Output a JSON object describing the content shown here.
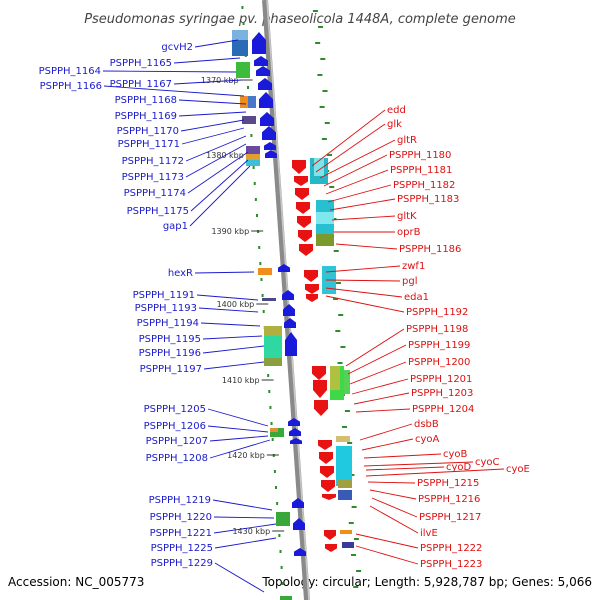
{
  "title": "Pseudomonas syringae pv. phaseolicola 1448A, complete genome",
  "footer": {
    "accession": "Accession: NC_005773",
    "topology": "Topology: circular; Length: 5,928,787 bp; Genes: 5,066"
  },
  "colors": {
    "left_strand": "#1a1adb",
    "right_strand": "#e81212",
    "backbone": "#8a8a8a",
    "tick": "#2e8b2e",
    "left_label": "#1a1acc",
    "right_label": "#dd1111"
  },
  "ruler": {
    "unit": "kbp",
    "ticks": [
      {
        "label": "1370 kbp"
      },
      {
        "label": "1380 kbp"
      },
      {
        "label": "1390 kbp"
      },
      {
        "label": "1400 kbp"
      },
      {
        "label": "1410 kbp"
      },
      {
        "label": "1420 kbp"
      },
      {
        "label": "1430 kbp"
      }
    ]
  },
  "left_genes": [
    {
      "label": "gcvH2"
    },
    {
      "label": "PSPPH_1165"
    },
    {
      "label": "PSPPH_1164"
    },
    {
      "label": "PSPPH_1167"
    },
    {
      "label": "PSPPH_1166"
    },
    {
      "label": "PSPPH_1168"
    },
    {
      "label": "PSPPH_1169"
    },
    {
      "label": "PSPPH_1170"
    },
    {
      "label": "PSPPH_1171"
    },
    {
      "label": "PSPPH_1172"
    },
    {
      "label": "PSPPH_1173"
    },
    {
      "label": "PSPPH_1174"
    },
    {
      "label": "PSPPH_1175"
    },
    {
      "label": "gap1"
    },
    {
      "label": "hexR"
    },
    {
      "label": "PSPPH_1191"
    },
    {
      "label": "PSPPH_1193"
    },
    {
      "label": "PSPPH_1194"
    },
    {
      "label": "PSPPH_1195"
    },
    {
      "label": "PSPPH_1196"
    },
    {
      "label": "PSPPH_1197"
    },
    {
      "label": "PSPPH_1205"
    },
    {
      "label": "PSPPH_1206"
    },
    {
      "label": "PSPPH_1207"
    },
    {
      "label": "PSPPH_1208"
    },
    {
      "label": "PSPPH_1219"
    },
    {
      "label": "PSPPH_1220"
    },
    {
      "label": "PSPPH_1221"
    },
    {
      "label": "PSPPH_1225"
    },
    {
      "label": "PSPPH_1229"
    }
  ],
  "right_genes": [
    {
      "label": "edd"
    },
    {
      "label": "glk"
    },
    {
      "label": "gltR"
    },
    {
      "label": "PSPPH_1180"
    },
    {
      "label": "PSPPH_1181"
    },
    {
      "label": "PSPPH_1182"
    },
    {
      "label": "PSPPH_1183"
    },
    {
      "label": "gltK"
    },
    {
      "label": "oprB"
    },
    {
      "label": "PSPPH_1186"
    },
    {
      "label": "zwf1"
    },
    {
      "label": "pgl"
    },
    {
      "label": "eda1"
    },
    {
      "label": "PSPPH_1192"
    },
    {
      "label": "PSPPH_1198"
    },
    {
      "label": "PSPPH_1199"
    },
    {
      "label": "PSPPH_1200"
    },
    {
      "label": "PSPPH_1201"
    },
    {
      "label": "PSPPH_1203"
    },
    {
      "label": "PSPPH_1204"
    },
    {
      "label": "dsbB"
    },
    {
      "label": "cyoA"
    },
    {
      "label": "cyoB"
    },
    {
      "label": "cyoC"
    },
    {
      "label": "cyoD"
    },
    {
      "label": "cyoE"
    },
    {
      "label": "PSPPH_1215"
    },
    {
      "label": "PSPPH_1216"
    },
    {
      "label": "PSPPH_1217"
    },
    {
      "label": "ilvE"
    },
    {
      "label": "PSPPH_1222"
    },
    {
      "label": "PSPPH_1223"
    }
  ]
}
